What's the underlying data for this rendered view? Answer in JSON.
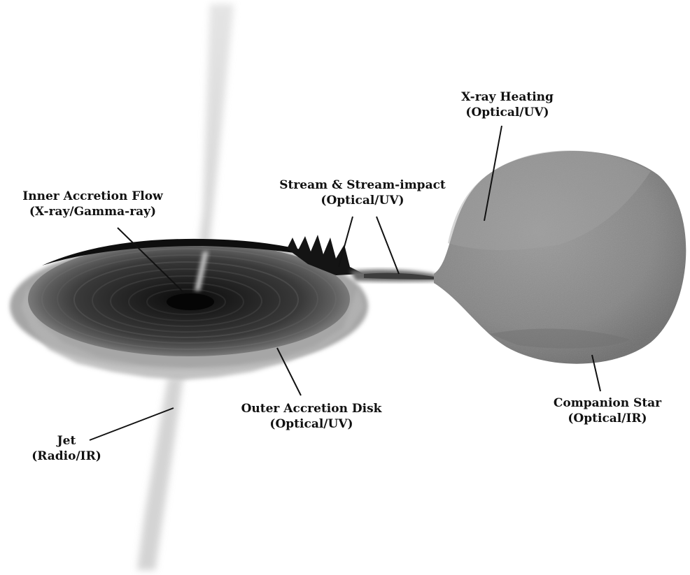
{
  "labels": {
    "xray_heating": {
      "line1": "X-ray Heating",
      "line2": "(Optical/UV)"
    },
    "stream": {
      "line1": "Stream & Stream-impact",
      "line2": "(Optical/UV)"
    },
    "inner_flow": {
      "line1": "Inner Accretion Flow",
      "line2": "(X-ray/Gamma-ray)"
    },
    "outer_disk": {
      "line1": "Outer Accretion Disk",
      "line2": "(Optical/UV)"
    },
    "companion": {
      "line1": "Companion Star",
      "line2": "(Optical/IR)"
    },
    "jet": {
      "line1": "Jet",
      "line2": "(Radio/IR)"
    }
  },
  "colors": {
    "background": "#ffffff",
    "text": "#111111",
    "disk_dark": "#1a1a1a",
    "disk_mid": "#5a5a5a",
    "disk_halo": "#a8a8a8",
    "star": "#8a8a8a",
    "jet": "#d6d6d6"
  }
}
